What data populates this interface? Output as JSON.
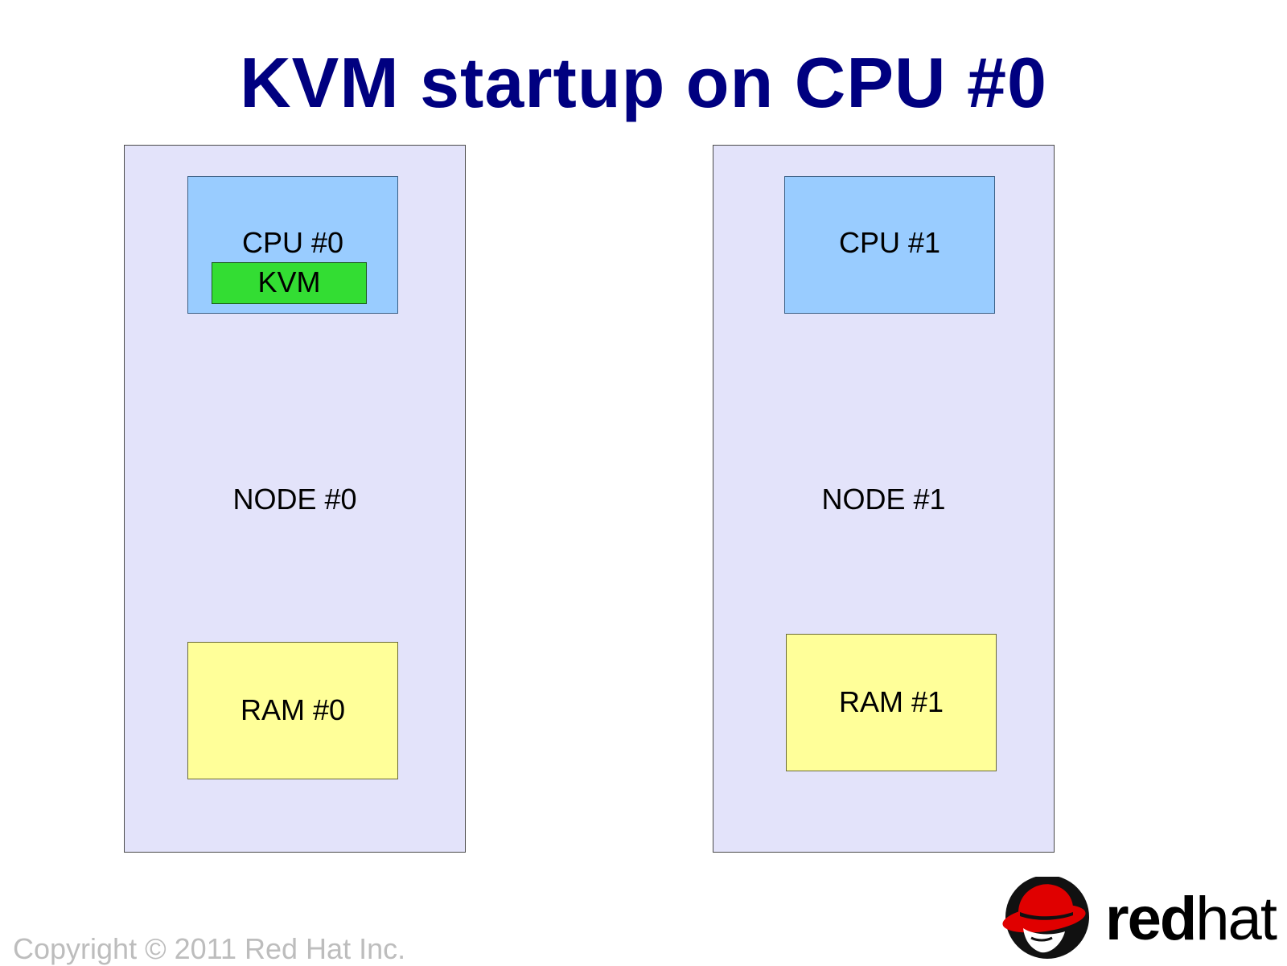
{
  "title": "KVM startup on CPU #0",
  "nodes": [
    {
      "label": "NODE #0",
      "cpu_label": "CPU #0",
      "ram_label": "RAM #0",
      "kvm_label": "KVM"
    },
    {
      "label": "NODE #1",
      "cpu_label": "CPU #1",
      "ram_label": "RAM #1"
    }
  ],
  "copyright": "Copyright © 2011 Red Hat Inc.",
  "logo": {
    "word_bold": "red",
    "word_regular": "hat",
    "icon": "redhat-shadowman-icon"
  },
  "colors": {
    "title": "#000080",
    "node": "#e3e3fa",
    "cpu": "#99ccff",
    "ram": "#ffff99",
    "kvm": "#33dd33",
    "logo_red": "#e00000"
  }
}
